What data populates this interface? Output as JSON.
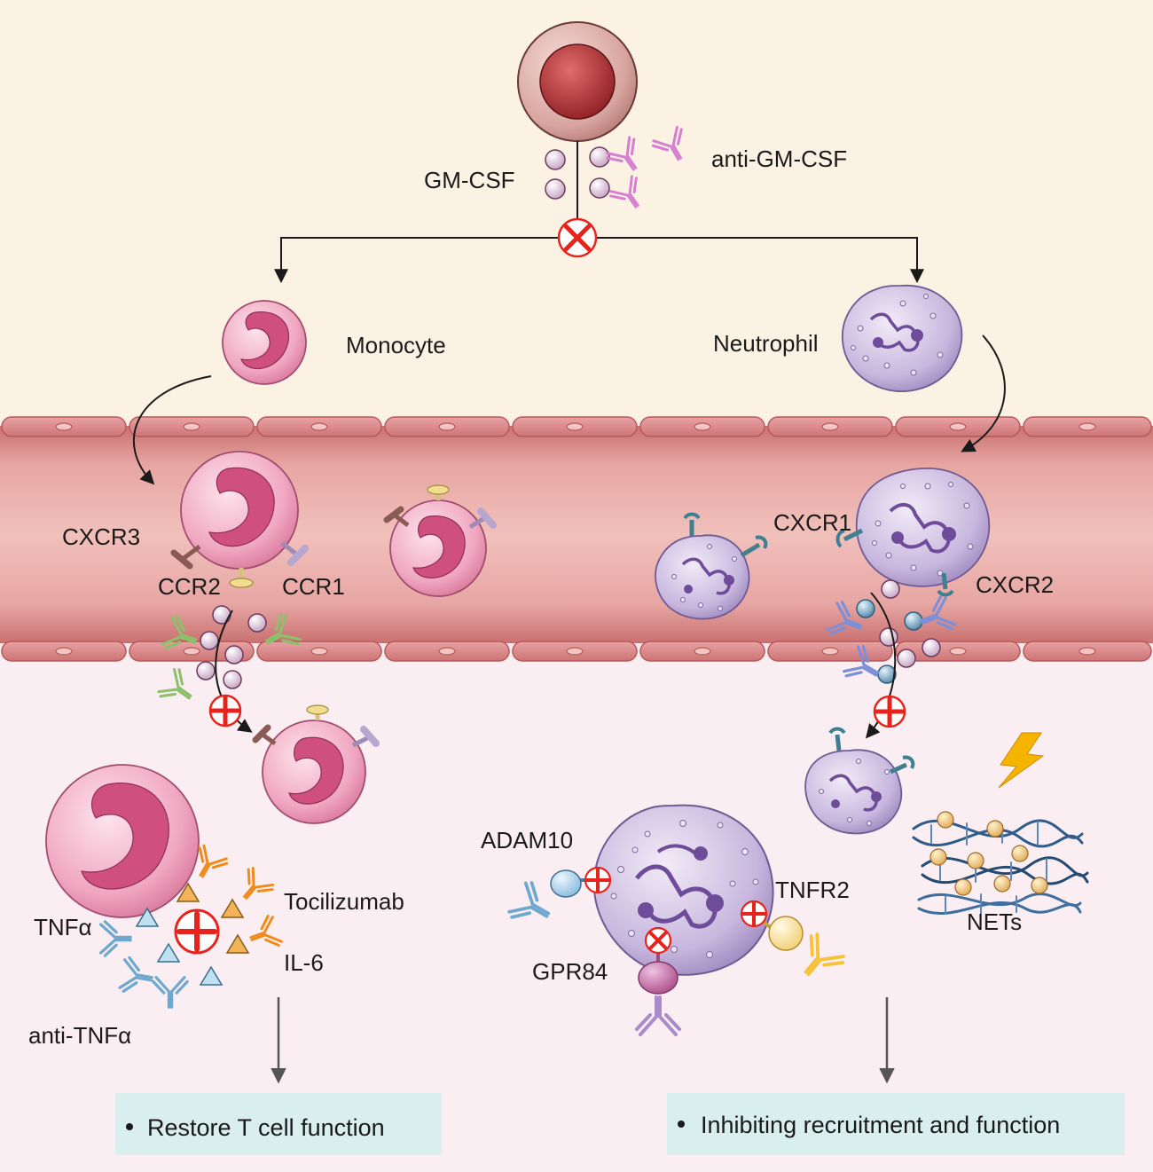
{
  "labels": {
    "gmcsf": "GM-CSF",
    "anti_gmcsf": "anti-GM-CSF",
    "monocyte": "Monocyte",
    "neutrophil": "Neutrophil",
    "cxcr3": "CXCR3",
    "ccr2": "CCR2",
    "ccr1": "CCR1",
    "cxcr1": "CXCR1",
    "cxcr2": "CXCR2",
    "tocilizumab": "Tocilizumab",
    "tnfa": "TNFα",
    "il6": "IL-6",
    "anti_tnfa": "anti-TNFα",
    "adam10": "ADAM10",
    "tnfr2": "TNFR2",
    "gpr84": "GPR84",
    "nets": "NETs"
  },
  "outcomes": {
    "left": "Restore T cell function",
    "right": "Inhibiting recruitment and function"
  },
  "colors": {
    "top_background": "#fbf2e4",
    "bottom_background": "#fbeef2",
    "vessel": "#dc8d8e",
    "monocyte": "#e07ba0",
    "neutrophil": "#a98fc4",
    "outcome_box": "#d9efed",
    "inhibitor": "#e8231c",
    "lightning": "#f5b400"
  },
  "icons": {
    "inhibition": "crossed-circle-icon",
    "antibody": "antibody-icon",
    "lightning": "lightning-icon",
    "dna": "dna-strand-icon"
  }
}
